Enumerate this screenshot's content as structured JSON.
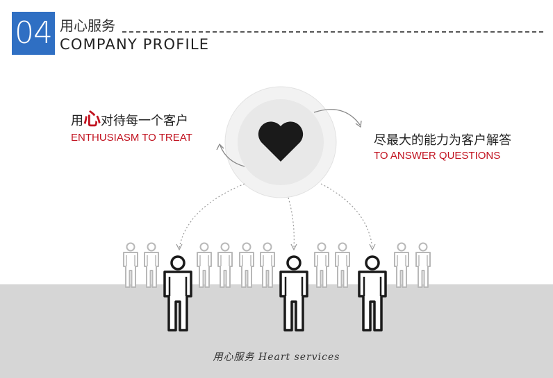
{
  "header": {
    "number": "04",
    "title_cn": "用心服务",
    "title_en": "COMPANY PROFILE"
  },
  "left_callout": {
    "cn_before": "用",
    "cn_highlight": "心",
    "cn_after": "对待每一个客户",
    "en": "ENTHUSIASM TO TREAT"
  },
  "right_callout": {
    "cn": "尽最大的能力为客户解答",
    "en": "TO ANSWER QUESTIONS"
  },
  "footer": {
    "caption": "用心服务 Heart services"
  },
  "colors": {
    "accent_blue": "#2f6fc3",
    "accent_red": "#c1121f",
    "band_gray": "#d6d6d6"
  },
  "icons": {
    "center": "heart-icon",
    "people": "person-icon"
  }
}
